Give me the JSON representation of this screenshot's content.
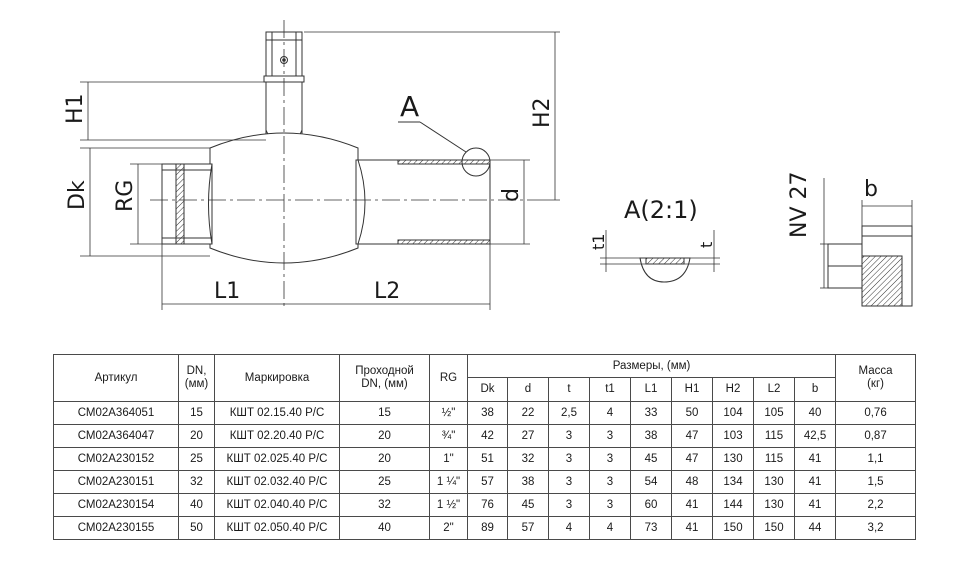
{
  "drawing": {
    "labels": {
      "h1": "H1",
      "h2": "H2",
      "dk": "Dk",
      "rg": "RG",
      "d": "d",
      "l1": "L1",
      "l2": "L2",
      "a": "A",
      "detail": "A(2:1)",
      "t1": "t1",
      "t": "t",
      "nv": "NV 27",
      "b": "b"
    }
  },
  "table": {
    "headers": {
      "article": "Артикул",
      "dn": "DN,\n(мм)",
      "marking": "Маркировка",
      "bore": "Проходной\nDN, (мм)",
      "rg": "RG",
      "dimensions": "Размеры, (мм)",
      "mass": "Масса\n(кг)"
    },
    "sub_headers": [
      "Dk",
      "d",
      "t",
      "t1",
      "L1",
      "H1",
      "H2",
      "L2",
      "b"
    ],
    "rows": [
      [
        "СМ02А364051",
        "15",
        "КШТ 02.15.40 Р/С",
        "15",
        "½\"",
        "38",
        "22",
        "2,5",
        "4",
        "33",
        "50",
        "104",
        "105",
        "40",
        "0,76"
      ],
      [
        "СМ02А364047",
        "20",
        "КШТ 02.20.40 Р/С",
        "20",
        "¾\"",
        "42",
        "27",
        "3",
        "3",
        "38",
        "47",
        "103",
        "115",
        "42,5",
        "0,87"
      ],
      [
        "СМ02А230152",
        "25",
        "КШТ 02.025.40 Р/С",
        "20",
        "1\"",
        "51",
        "32",
        "3",
        "3",
        "45",
        "47",
        "130",
        "115",
        "41",
        "1,1"
      ],
      [
        "СМ02А230151",
        "32",
        "КШТ 02.032.40 Р/С",
        "25",
        "1 ¼\"",
        "57",
        "38",
        "3",
        "3",
        "54",
        "48",
        "134",
        "130",
        "41",
        "1,5"
      ],
      [
        "СМ02А230154",
        "40",
        "КШТ 02.040.40 Р/С",
        "32",
        "1 ½\"",
        "76",
        "45",
        "3",
        "3",
        "60",
        "41",
        "144",
        "130",
        "41",
        "2,2"
      ],
      [
        "СМ02А230155",
        "50",
        "КШТ 02.050.40 Р/С",
        "40",
        "2\"",
        "89",
        "57",
        "4",
        "4",
        "73",
        "41",
        "150",
        "150",
        "44",
        "3,2"
      ]
    ]
  }
}
